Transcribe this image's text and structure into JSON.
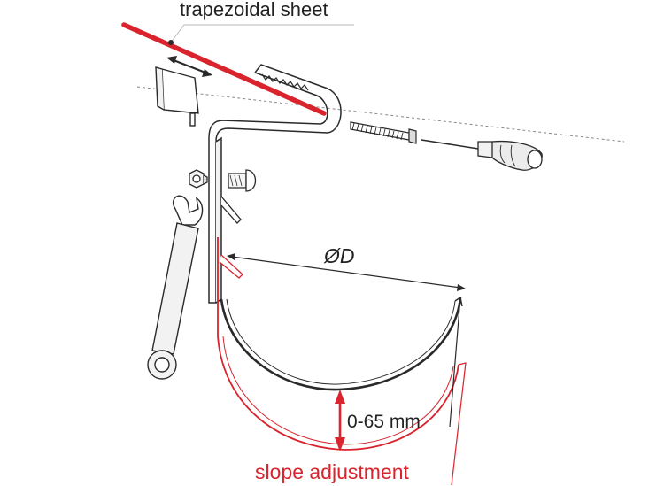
{
  "labels": {
    "sheet": "trapezoidal sheet",
    "diameter": "ØD",
    "range": "0-65 mm",
    "slope": "slope adjustment"
  },
  "colors": {
    "accent": "#d9232d",
    "ink": "#2a2a2a",
    "tool_fill": "#f2f2f2"
  },
  "icons": {
    "wrench": "wrench-icon",
    "screwdriver": "screwdriver-icon",
    "bolt": "bolt-icon",
    "nut": "nut-icon",
    "fixing_screw": "screw-icon"
  }
}
